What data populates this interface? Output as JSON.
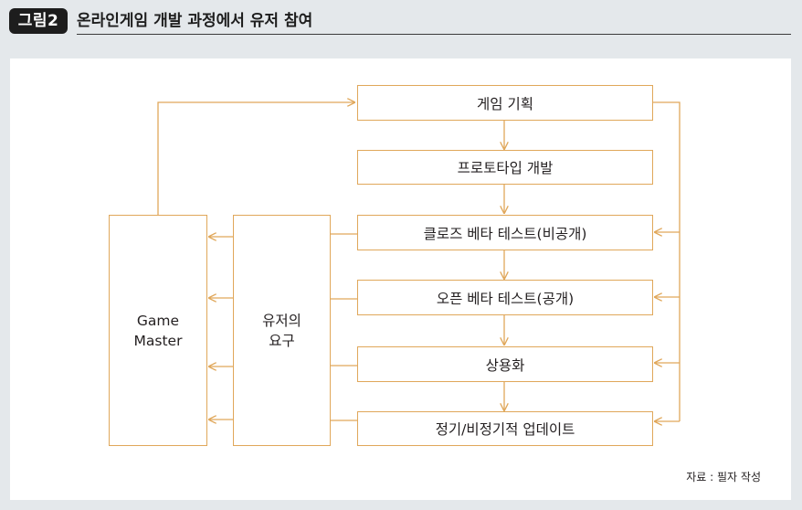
{
  "figure": {
    "label": "그림2",
    "title": "온라인게임 개발 과정에서 유저 참여"
  },
  "diagram": {
    "stages": [
      "게임 기획",
      "프로토타입 개발",
      "클로즈 베타 테스트(비공개)",
      "오픈 베타 테스트(공개)",
      "상용화",
      "정기/비정기적 업데이트"
    ],
    "user_requests": "유저의\n요구",
    "game_master": "Game\nMaster"
  },
  "source": "자료 : 필자 작성",
  "colors": {
    "accent": "#e0a75a",
    "background": "#e4e8eb",
    "panel": "#ffffff"
  }
}
